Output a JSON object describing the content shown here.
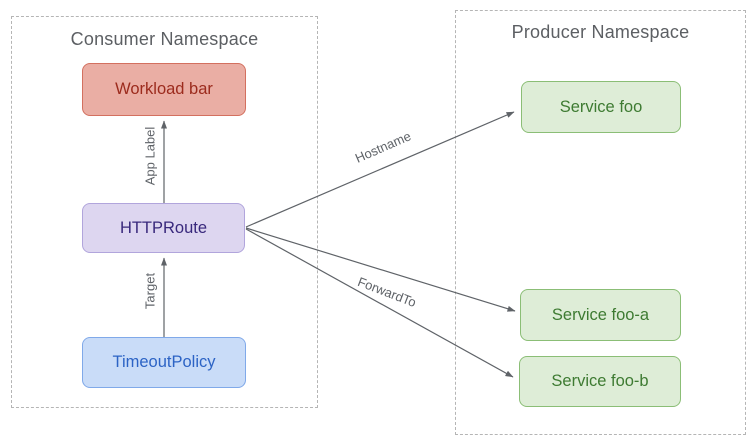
{
  "namespaces": {
    "consumer": {
      "title": "Consumer Namespace"
    },
    "producer": {
      "title": "Producer Namespace"
    }
  },
  "nodes": {
    "workload_bar": {
      "label": "Workload bar",
      "color": "red"
    },
    "httproute": {
      "label": "HTTPRoute",
      "color": "purple"
    },
    "timeout_policy": {
      "label": "TimeoutPolicy",
      "color": "blue"
    },
    "service_foo": {
      "label": "Service foo",
      "color": "green"
    },
    "service_foo_a": {
      "label": "Service foo-a",
      "color": "green"
    },
    "service_foo_b": {
      "label": "Service foo-b",
      "color": "green"
    }
  },
  "edges": {
    "app_label": {
      "label": "App Label",
      "from": "httproute",
      "to": "workload_bar"
    },
    "target": {
      "label": "Target",
      "from": "timeout_policy",
      "to": "httproute"
    },
    "hostname": {
      "label": "Hostname",
      "from": "httproute",
      "to": "service_foo"
    },
    "forward_to": {
      "label": "ForwardTo",
      "from": "httproute",
      "to": "service_foo_a, service_foo_b"
    }
  },
  "colors": {
    "background": "#ffffff",
    "namespace_border": "#b5b5b5",
    "namespace_title": "#5c5f63",
    "line": "#5f6368",
    "edge_label": "#5f6368",
    "red_fill": "#eaaea4",
    "red_border": "#d3705f",
    "red_text": "#9c2b1d",
    "purple_fill": "#ddd6f0",
    "purple_border": "#b1a5dc",
    "purple_text": "#38287c",
    "blue_fill": "#c9dcf8",
    "blue_border": "#80a9e9",
    "blue_text": "#2c63c5",
    "green_fill": "#deedd7",
    "green_border": "#8bbe76",
    "green_text": "#3e7b32"
  }
}
